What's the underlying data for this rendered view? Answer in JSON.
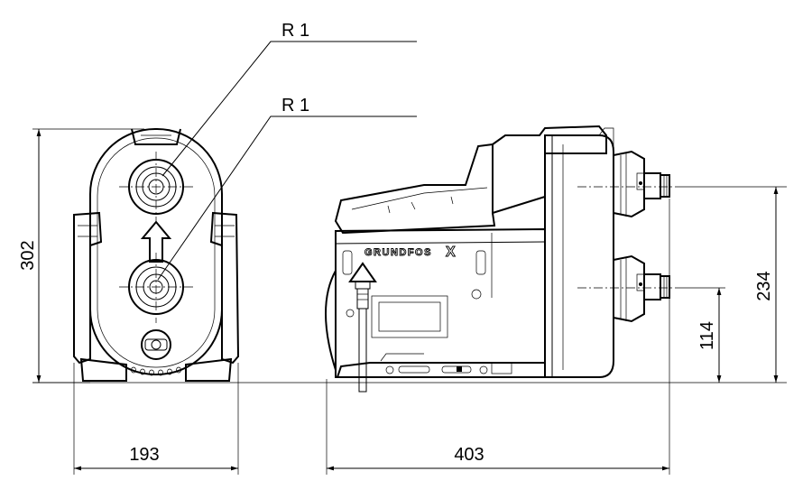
{
  "labels": {
    "upper_thread": "R 1",
    "lower_thread": "R 1",
    "brand": "GRUNDFOS",
    "brand_mark": "X"
  },
  "dimensions": {
    "height": "302",
    "width_front": "193",
    "length_side": "403",
    "outlet_height": "234",
    "inlet_height": "114"
  }
}
